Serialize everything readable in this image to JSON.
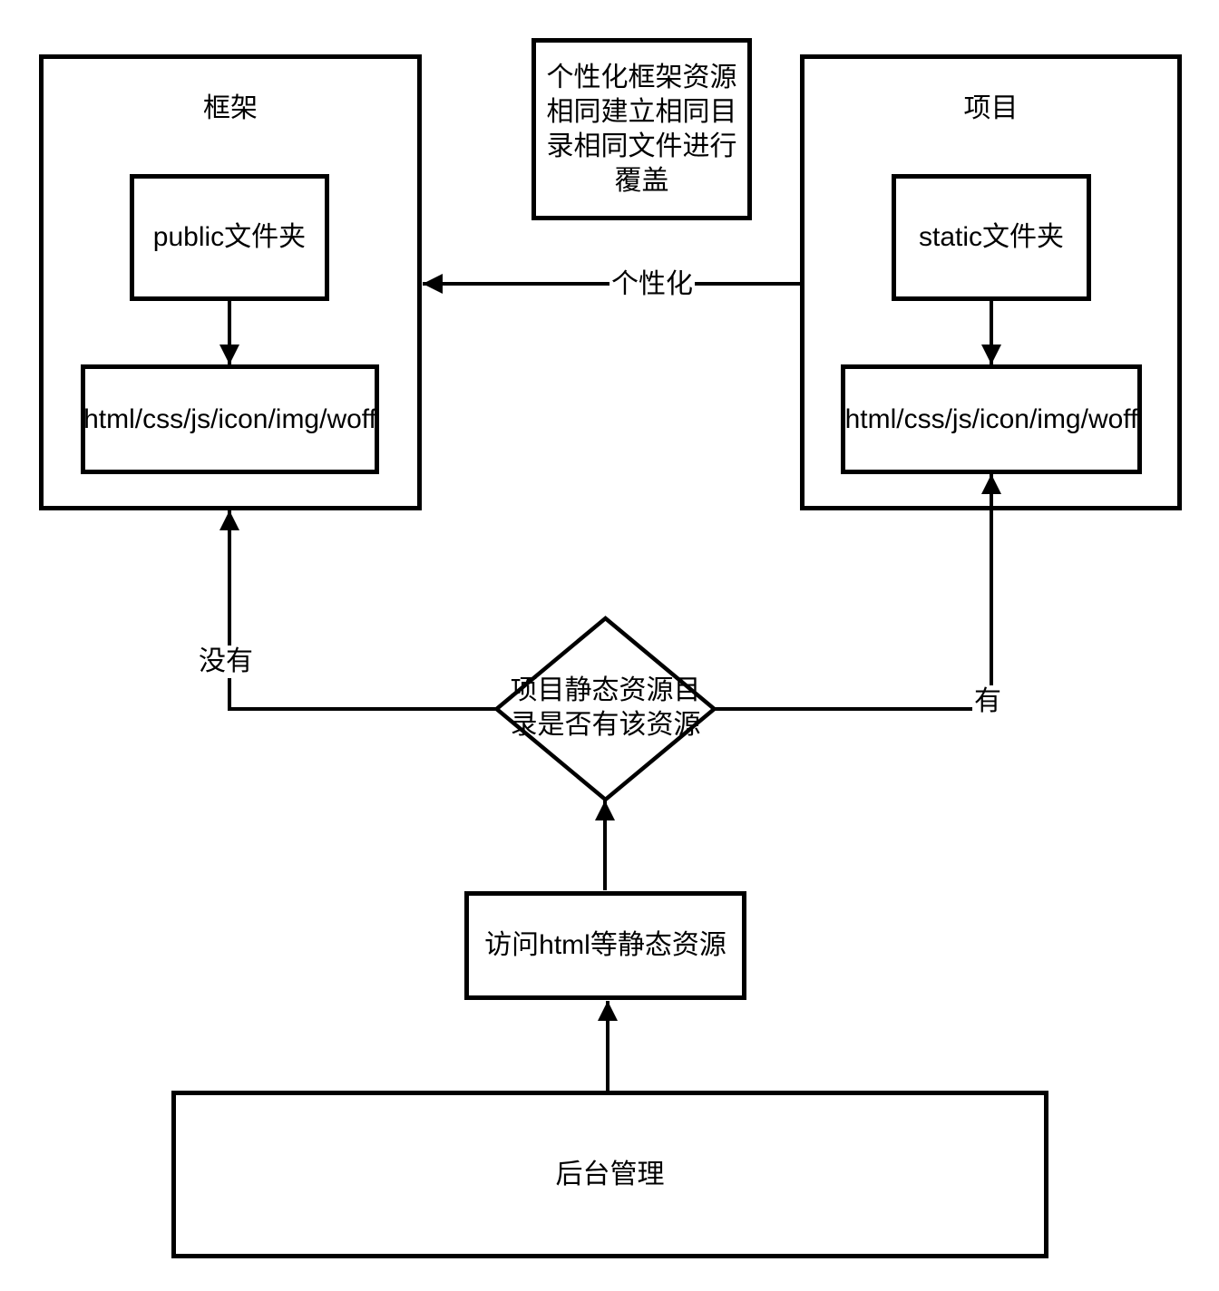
{
  "nodes": {
    "frame": {
      "label": "框架"
    },
    "public_folder": {
      "label": "public文件夹"
    },
    "frame_resources": {
      "label": "html/css/js/icon/img/woff"
    },
    "project": {
      "label": "项目"
    },
    "static_folder": {
      "label": "static文件夹"
    },
    "project_resources": {
      "label": "html/css/js/icon/img/woff"
    },
    "note": {
      "label": "个性化框架资源相同建立相同目录相同文件进行覆盖"
    },
    "decision": {
      "label": "项目静态资源目录是否有该资源"
    },
    "access": {
      "label": "访问html等静态资源"
    },
    "admin": {
      "label": "后台管理"
    }
  },
  "edges": {
    "personalize": {
      "label": "个性化"
    },
    "no_branch": {
      "label": "没有"
    },
    "yes_branch": {
      "label": "有"
    }
  },
  "colors": {
    "stroke": "#000000",
    "background": "#ffffff",
    "text": "#000000"
  }
}
